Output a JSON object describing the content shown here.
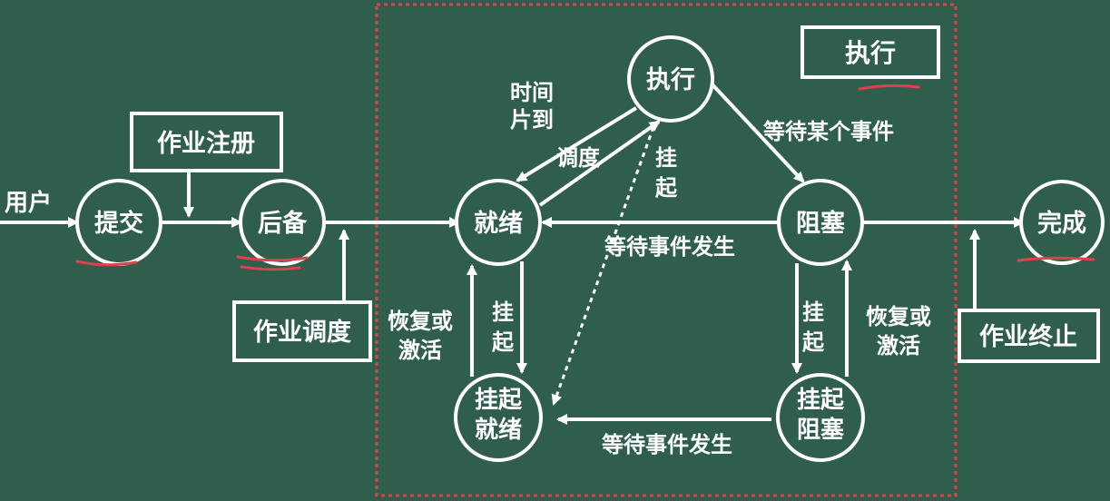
{
  "colors": {
    "board": "#2f5f4c",
    "chalk": "#ffffff",
    "region_border": "#e0404a",
    "underline": "#e0404a"
  },
  "diagram": {
    "legend": "执行",
    "nodes": {
      "submit": "提交",
      "backup": "后备",
      "ready": "就绪",
      "running": "执行",
      "blocked": "阻塞",
      "suspended_ready": [
        "挂起",
        "就绪"
      ],
      "suspended_blocked": [
        "挂起",
        "阻塞"
      ],
      "done": "完成"
    },
    "boxes": {
      "job_register": "作业注册",
      "job_schedule": "作业调度",
      "job_terminate": "作业终止"
    },
    "labels": {
      "user": "用户",
      "time_slice": [
        "时间",
        "片到"
      ],
      "dispatch": "调度",
      "wait_some_event": "等待某个事件",
      "suspend_dashed": [
        "挂",
        "起"
      ],
      "event_occurs_top": "等待事件发生",
      "resume_left": [
        "恢复或",
        "激活"
      ],
      "suspend_left": [
        "挂",
        "起"
      ],
      "suspend_right": [
        "挂",
        "起"
      ],
      "resume_right": [
        "恢复或",
        "激活"
      ],
      "event_occurs_bottom": "等待事件发生"
    }
  }
}
